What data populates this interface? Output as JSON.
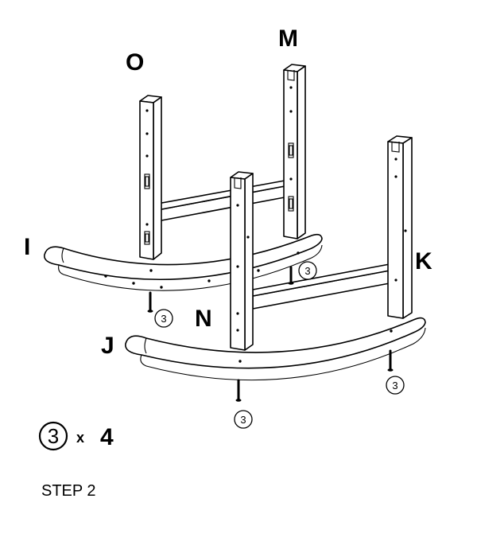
{
  "parts": {
    "O": "O",
    "M": "M",
    "I": "I",
    "K": "K",
    "N": "N",
    "J": "J"
  },
  "screw_callout": "3",
  "quantity": {
    "item": "3",
    "multiplier": "x",
    "count": "4"
  },
  "step_label": "STEP 2"
}
